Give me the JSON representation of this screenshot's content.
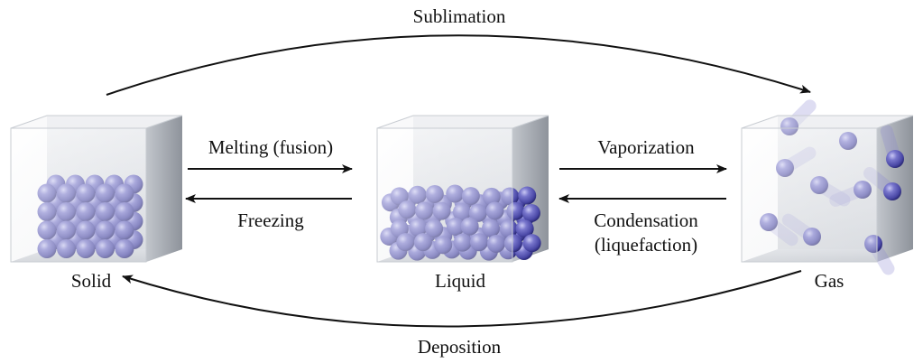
{
  "states": {
    "solid": "Solid",
    "liquid": "Liquid",
    "gas": "Gas"
  },
  "transitions": {
    "sublimation": "Sublimation",
    "deposition": "Deposition",
    "melting": "Melting (fusion)",
    "freezing": "Freezing",
    "vaporization": "Vaporization",
    "condensation_line1": "Condensation",
    "condensation_line2": "(liquefaction)"
  },
  "colors": {
    "particle": "#5b59b8",
    "particle_highlight": "#b9b8ee",
    "particle_shadow": "#2a286e",
    "arrow": "#111111"
  }
}
